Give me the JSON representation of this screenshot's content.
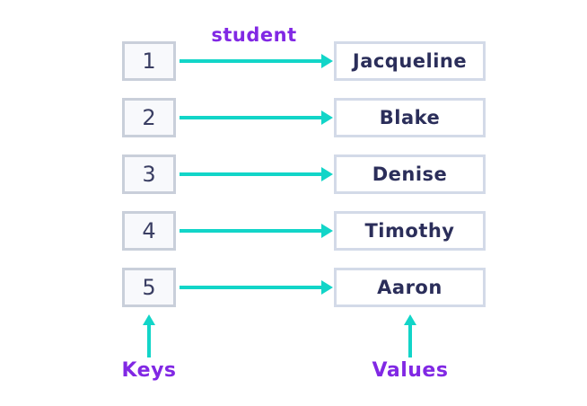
{
  "diagram": {
    "title_label": "student",
    "keys_label": "Keys",
    "values_label": "Values",
    "rows": [
      {
        "key": "1",
        "value": "Jacqueline"
      },
      {
        "key": "2",
        "value": "Blake"
      },
      {
        "key": "3",
        "value": "Denise"
      },
      {
        "key": "4",
        "value": "Timothy"
      },
      {
        "key": "5",
        "value": "Aaron"
      }
    ],
    "colors": {
      "arrow_teal": "#12d5c8",
      "label_purple": "#8128e4",
      "value_text_navy": "#2b2e5a",
      "key_text_navy": "#3a3e63",
      "key_box_fill": "#f8f9fc",
      "key_box_border": "#c9cfda",
      "value_box_border": "#d3dae8",
      "background": "#ffffff"
    }
  }
}
